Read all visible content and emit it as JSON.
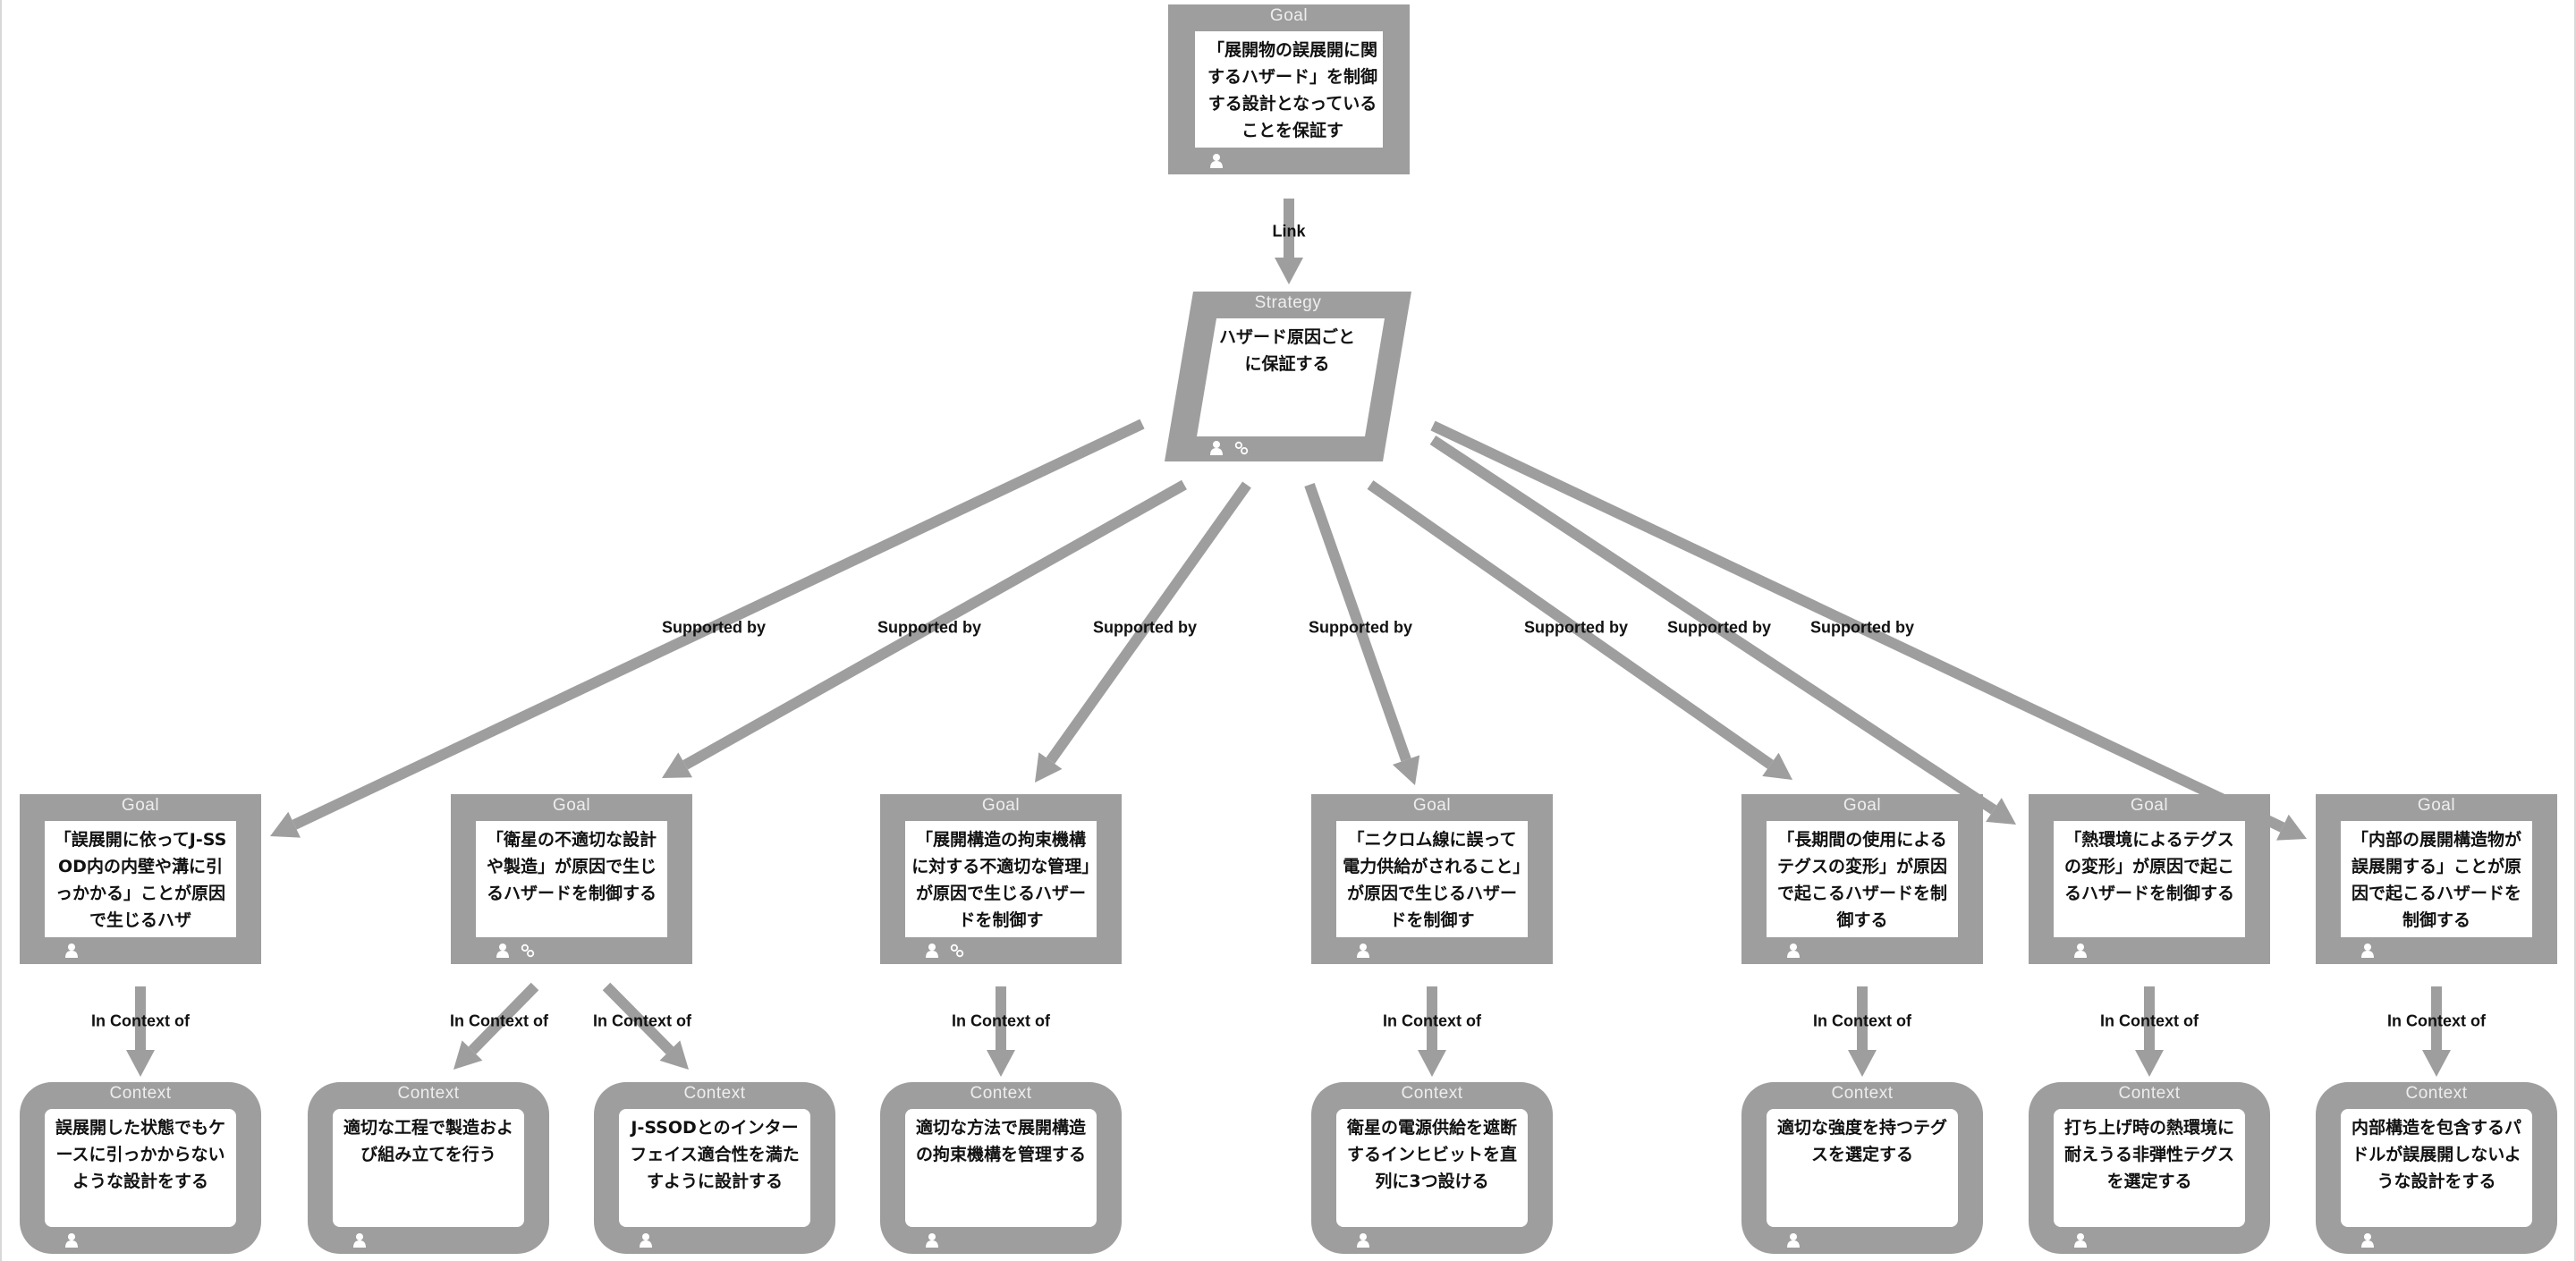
{
  "colors": {
    "node": "#9e9e9e",
    "edge": "#9e9e9e",
    "text": "#111111",
    "type_label": "#eeeeee"
  },
  "icons": {
    "user": "user-icon",
    "link": "link-icon"
  },
  "nodes": {
    "top_goal": {
      "type": "Goal",
      "text": "「展開物の誤展開に関するハザード」を制御する設計となっていることを保証す",
      "icons": [
        "user"
      ]
    },
    "strategy": {
      "type": "Strategy",
      "text": "ハザード原因ごとに保証する",
      "icons": [
        "user",
        "link"
      ]
    },
    "goals": [
      {
        "type": "Goal",
        "text": "「誤展開に依ってJ-SSOD内の内壁や溝に引っかかる」ことが原因で生じるハザ",
        "icons": [
          "user"
        ]
      },
      {
        "type": "Goal",
        "text": "「衛星の不適切な設計や製造」が原因で生じるハザードを制御する",
        "icons": [
          "user",
          "link"
        ]
      },
      {
        "type": "Goal",
        "text": "「展開構造の拘束機構に対する不適切な管理」が原因で生じるハザードを制御す",
        "icons": [
          "user",
          "link"
        ]
      },
      {
        "type": "Goal",
        "text": "「ニクロム線に誤って電力供給がされること」が原因で生じるハザードを制御す",
        "icons": [
          "user"
        ]
      },
      {
        "type": "Goal",
        "text": "「長期間の使用によるテグスの変形」が原因で起こるハザードを制御する",
        "icons": [
          "user"
        ]
      },
      {
        "type": "Goal",
        "text": "「熱環境によるテグスの変形」が原因で起こるハザードを制御する",
        "icons": [
          "user"
        ]
      },
      {
        "type": "Goal",
        "text": "「内部の展開構造物が誤展開する」ことが原因で起こるハザードを制御する",
        "icons": [
          "user"
        ]
      }
    ],
    "contexts": [
      {
        "type": "Context",
        "text": "誤展開した状態でもケースに引っかからないような設計をする",
        "icons": [
          "user"
        ]
      },
      {
        "type": "Context",
        "text": "適切な工程で製造および組み立てを行う",
        "icons": [
          "user"
        ]
      },
      {
        "type": "Context",
        "text": "J-SSODとのインターフェイス適合性を満たすように設計する",
        "icons": [
          "user"
        ]
      },
      {
        "type": "Context",
        "text": "適切な方法で展開構造の拘束機構を管理する",
        "icons": [
          "user"
        ]
      },
      {
        "type": "Context",
        "text": "衛星の電源供給を遮断するインヒビットを直列に3つ設ける",
        "icons": [
          "user"
        ]
      },
      {
        "type": "Context",
        "text": "適切な強度を持つテグスを選定する",
        "icons": [
          "user"
        ]
      },
      {
        "type": "Context",
        "text": "打ち上げ時の熱環境に耐えうる非弾性テグスを選定する",
        "icons": [
          "user"
        ]
      },
      {
        "type": "Context",
        "text": "内部構造を包含するパドルが誤展開しないような設計をする",
        "icons": [
          "user"
        ]
      }
    ]
  },
  "edges": {
    "link_label": "Link",
    "supported_by_label": "Supported by",
    "in_context_of_label": "In Context of",
    "supported_by": [
      {
        "from": "strategy",
        "to": "goals.0"
      },
      {
        "from": "strategy",
        "to": "goals.1"
      },
      {
        "from": "strategy",
        "to": "goals.2"
      },
      {
        "from": "strategy",
        "to": "goals.3"
      },
      {
        "from": "strategy",
        "to": "goals.4"
      },
      {
        "from": "strategy",
        "to": "goals.5"
      },
      {
        "from": "strategy",
        "to": "goals.6"
      }
    ],
    "in_context_of": [
      {
        "from": "goals.0",
        "to": "contexts.0"
      },
      {
        "from": "goals.1",
        "to": "contexts.1"
      },
      {
        "from": "goals.1",
        "to": "contexts.2"
      },
      {
        "from": "goals.2",
        "to": "contexts.3"
      },
      {
        "from": "goals.3",
        "to": "contexts.4"
      },
      {
        "from": "goals.4",
        "to": "contexts.5"
      },
      {
        "from": "goals.5",
        "to": "contexts.6"
      },
      {
        "from": "goals.6",
        "to": "contexts.7"
      }
    ]
  }
}
